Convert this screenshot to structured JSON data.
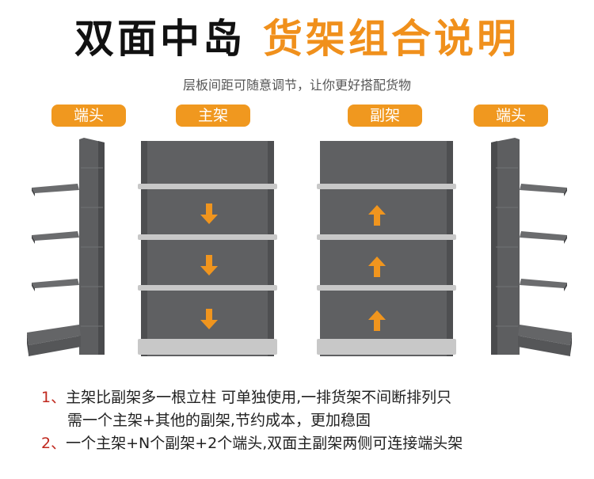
{
  "title": {
    "part1": "双面中岛",
    "part2": "货架组合说明"
  },
  "subtitle": "层板间距可随意调节，让你更好搭配货物",
  "labels": {
    "left_end": "端头",
    "main": "主架",
    "sub": "副架",
    "right_end": "端头"
  },
  "colors": {
    "accent": "#f0981f",
    "shelf": "#5f6062",
    "number": "#c0281e"
  },
  "notes": [
    {
      "num": "1、",
      "line1": "主架比副架多一根立柱 可单独使用,一排货架不间断排列只",
      "line2": "需一个主架+其他的副架,节约成本，更加稳固"
    },
    {
      "num": "2、",
      "line1": "一个主架+N个副架+2个端头,双面主副架两侧可连接端头架"
    }
  ],
  "arrows": {
    "main_direction": "down",
    "sub_direction": "up"
  }
}
